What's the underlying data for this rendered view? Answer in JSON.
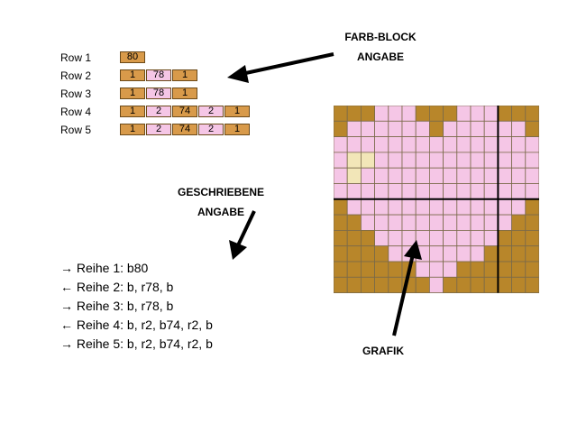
{
  "captions": {
    "farb_block": [
      "FARB-BLOCK",
      "ANGABE"
    ],
    "geschriebene": [
      "GESCHRIEBENE",
      "ANGABE"
    ],
    "grafik": "GRAFIK"
  },
  "color_rows": [
    {
      "label": "Row 1",
      "cells": [
        {
          "text": "80",
          "color": "b"
        }
      ]
    },
    {
      "label": "Row 2",
      "cells": [
        {
          "text": "1",
          "color": "b"
        },
        {
          "text": "78",
          "color": "r"
        },
        {
          "text": "1",
          "color": "b"
        }
      ]
    },
    {
      "label": "Row 3",
      "cells": [
        {
          "text": "1",
          "color": "b"
        },
        {
          "text": "78",
          "color": "r"
        },
        {
          "text": "1",
          "color": "b"
        }
      ]
    },
    {
      "label": "Row 4",
      "cells": [
        {
          "text": "1",
          "color": "b"
        },
        {
          "text": "2",
          "color": "r"
        },
        {
          "text": "74",
          "color": "b"
        },
        {
          "text": "2",
          "color": "r"
        },
        {
          "text": "1",
          "color": "b"
        }
      ]
    },
    {
      "label": "Row 5",
      "cells": [
        {
          "text": "1",
          "color": "b"
        },
        {
          "text": "2",
          "color": "r"
        },
        {
          "text": "74",
          "color": "b"
        },
        {
          "text": "2",
          "color": "r"
        },
        {
          "text": "1",
          "color": "b"
        }
      ]
    }
  ],
  "written_rows": [
    "→ Reihe 1: b80",
    "← Reihe 2: b, r78, b",
    "→ Reihe 3: b, r78, b",
    "← Reihe 4: b, r2, b74, r2, b",
    "→ Reihe 5: b, r2, b74, r2, b"
  ],
  "colors": {
    "b": "#b8862a",
    "r": "#f5c6e6",
    "y": "#f2e6b8",
    "block_b": "#d89a4a",
    "grid_line": "#7a6a4a",
    "center_line": "#000000"
  },
  "grid_pattern": [
    "bbbrrrbbbrrrbbb",
    "brrrrrrbrrrrrrb",
    "rrrrrrrrrrrrrrr",
    "ryyrrrrrrrrrrrr",
    "ryrrrrrrrrrrrrr",
    "rrrrrrrrrrrrrrr",
    "brrrrrrrrrrrrrb",
    "bbrrrrrrrrrrrbb",
    "bbbrrrrrrrrrbbb",
    "bbbbrrrrrrrbbbb",
    "bbbbbbrrrbbbbbb",
    "bbbbbbbrbbbbbbb"
  ]
}
